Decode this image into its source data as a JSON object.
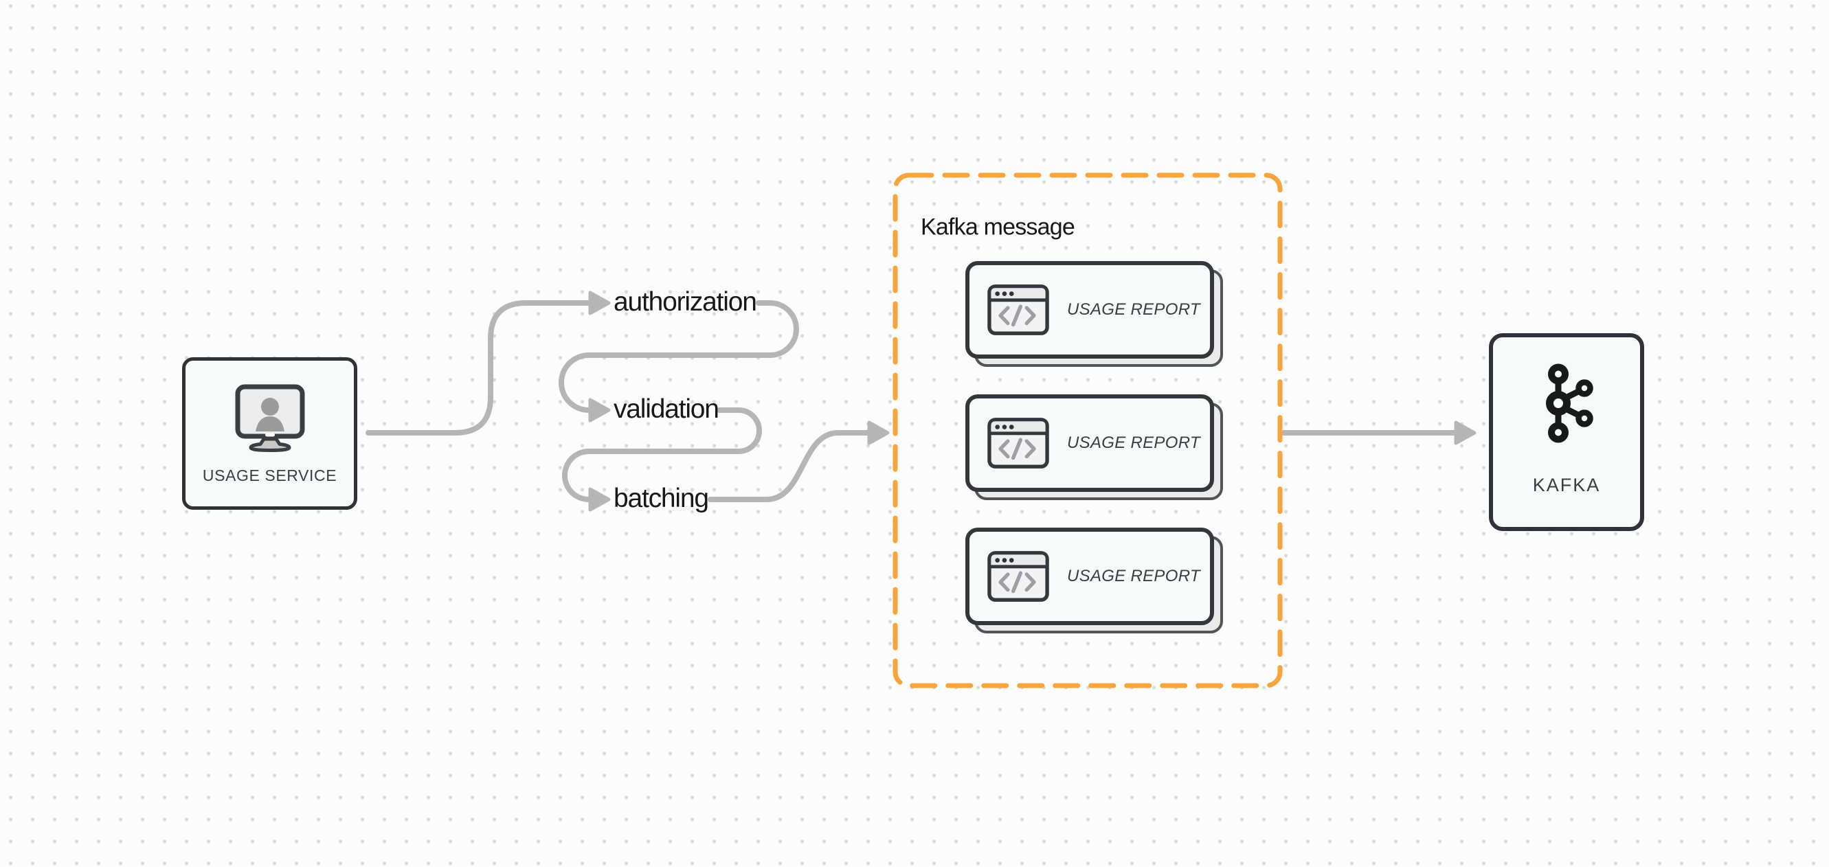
{
  "canvas": {
    "background_color": "#FCFCFC",
    "dot_grid_color": "#D9D9D9"
  },
  "usage_service": {
    "label": "USAGE SERVICE",
    "icon": "monitor-user-icon"
  },
  "steps": [
    {
      "label": "authorization"
    },
    {
      "label": "validation"
    },
    {
      "label": "batching"
    }
  ],
  "kafka_message": {
    "title": "Kafka message",
    "border_color": "#F9A43C",
    "cards": [
      {
        "label": "USAGE REPORT",
        "icon": "code-window-icon"
      },
      {
        "label": "USAGE REPORT",
        "icon": "code-window-icon"
      },
      {
        "label": "USAGE REPORT",
        "icon": "code-window-icon"
      }
    ]
  },
  "kafka": {
    "label": "KAFKA",
    "icon": "kafka-logo-icon"
  },
  "arrows": {
    "color": "#B5B5B5",
    "connections": [
      {
        "from": "usage-service",
        "to": "authorization"
      },
      {
        "from": "authorization",
        "to": "validation"
      },
      {
        "from": "validation",
        "to": "batching"
      },
      {
        "from": "batching",
        "to": "kafka-message"
      },
      {
        "from": "kafka-message",
        "to": "kafka"
      }
    ]
  }
}
